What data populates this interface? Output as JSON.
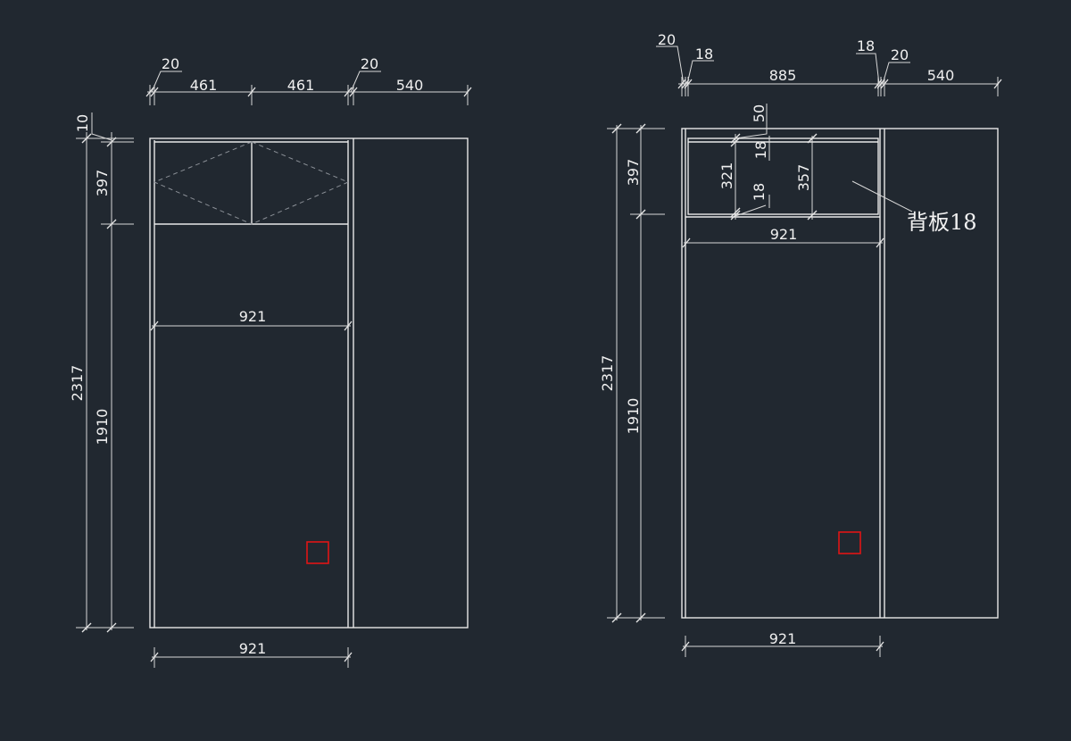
{
  "colors": {
    "background": "#212830",
    "line": "#e8e8e8",
    "hidden_line": "#8a8f96",
    "marker": "#e01515"
  },
  "left_view": {
    "dims": {
      "top_panel_left": "20",
      "door_left": "461",
      "door_right": "461",
      "top_panel_right": "20",
      "side_width": "540",
      "top_gap": "10",
      "upper_height": "397",
      "total_height": "2317",
      "lower_height": "1910",
      "inner_width": "921",
      "bottom_width": "921"
    }
  },
  "right_view": {
    "dims": {
      "outer_left": "20",
      "inner_left": "18",
      "span": "885",
      "inner_right": "18",
      "outer_right": "20",
      "side_width": "540",
      "top_offset": "50",
      "shelf_top": "18",
      "shelf_bottom": "18",
      "inner_height": "321",
      "box_height": "357",
      "upper_height": "397",
      "inner_width": "921",
      "total_height": "2317",
      "lower_height": "1910",
      "bottom_width": "921"
    },
    "annotation": "背板18"
  }
}
